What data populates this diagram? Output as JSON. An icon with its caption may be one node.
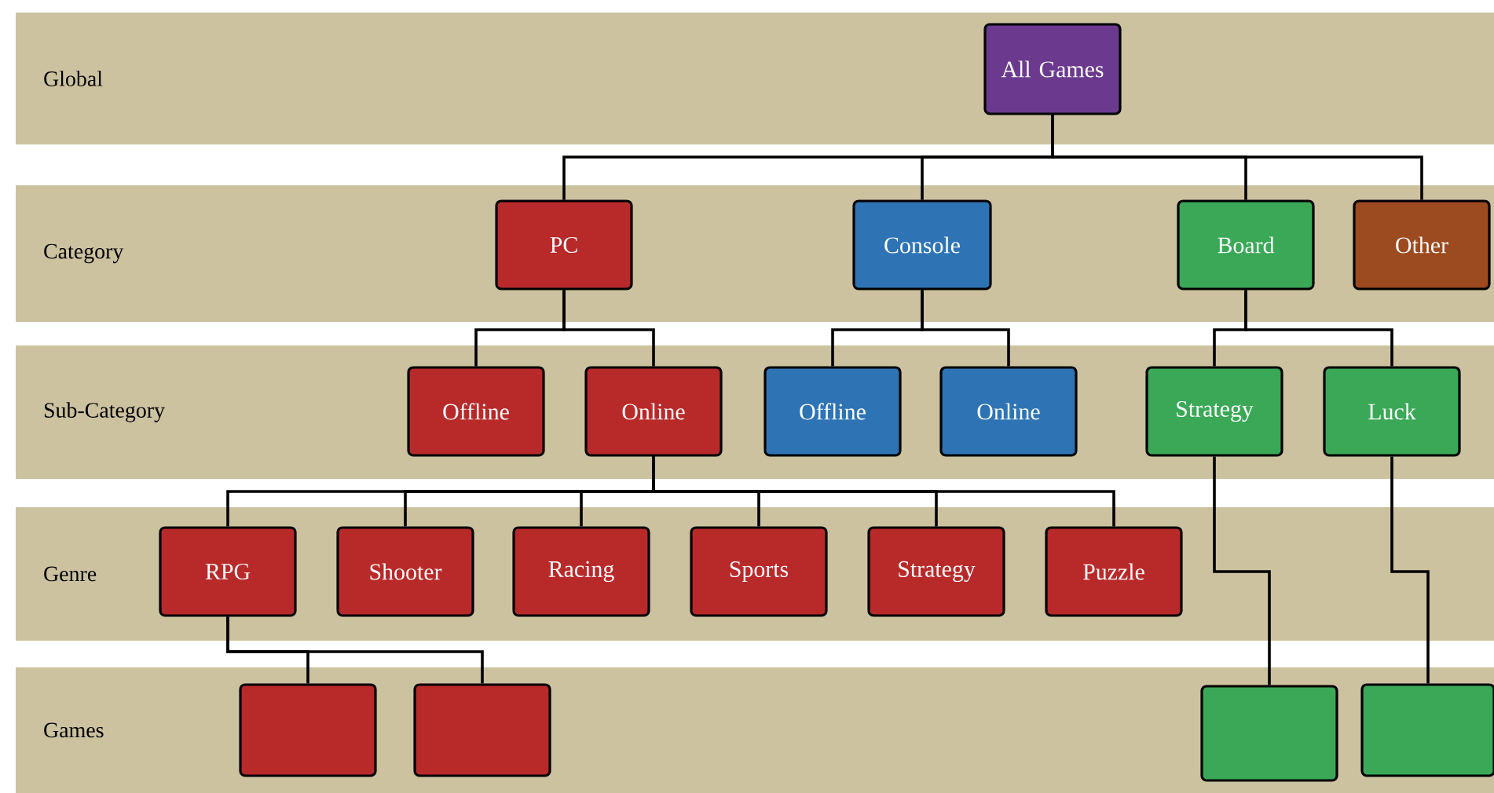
{
  "diagram": {
    "nodes": [
      {
        "text": [
          "All Games"
        ]
      },
      {
        "text": [
          "PC"
        ]
      },
      {
        "text": [
          "Console"
        ]
      },
      {
        "text": [
          "Board"
        ]
      },
      {
        "text": [
          "Other"
        ]
      },
      {
        "text": [
          "Offline"
        ]
      },
      {
        "text": [
          "Online"
        ]
      },
      {
        "text": [
          "Offline"
        ]
      },
      {
        "text": [
          "Online"
        ]
      },
      {
        "text": [
          "Strategy"
        ]
      },
      {
        "text": [
          "Luck"
        ]
      },
      {
        "text": [
          "RPG"
        ]
      },
      {
        "text": [
          "Shooter"
        ]
      },
      {
        "text": [
          "Racing"
        ]
      },
      {
        "text": [
          "Sports"
        ]
      },
      {
        "text": [
          "Strategy"
        ]
      },
      {
        "text": [
          "Puzzle"
        ]
      },
      {
        "text": [],
        "shape": "box"
      },
      {
        "text": [],
        "shape": "box"
      },
      {
        "text": [],
        "shape": "box"
      },
      {
        "text": [],
        "shape": "box"
      }
    ],
    "edges": [
      {
        "from": 0,
        "to": 1,
        "arrow": "none"
      },
      {
        "from": 0,
        "to": 2,
        "arrow": "none"
      },
      {
        "from": 0,
        "to": 3,
        "arrow": "none"
      },
      {
        "from": 0,
        "to": 4,
        "arrow": "none"
      },
      {
        "from": 1,
        "to": 5,
        "arrow": "none"
      },
      {
        "from": 1,
        "to": 6,
        "arrow": "none"
      },
      {
        "from": 2,
        "to": 7,
        "arrow": "none"
      },
      {
        "from": 2,
        "to": 8,
        "arrow": "none"
      },
      {
        "from": 3,
        "to": 9,
        "arrow": "none"
      },
      {
        "from": 3,
        "to": 10,
        "arrow": "none"
      },
      {
        "from": 6,
        "to": 11,
        "arrow": "none"
      },
      {
        "from": 6,
        "to": 12,
        "arrow": "none"
      },
      {
        "from": 6,
        "to": 13,
        "arrow": "none"
      },
      {
        "from": 6,
        "to": 14,
        "arrow": "none"
      },
      {
        "from": 6,
        "to": 15,
        "arrow": "none"
      },
      {
        "from": 6,
        "to": 16,
        "arrow": "none"
      },
      {
        "from": 11,
        "to": 17,
        "arrow": "none"
      },
      {
        "from": 11,
        "to": 18,
        "arrow": "none"
      },
      {
        "from": 9,
        "to": 19,
        "arrow": "none"
      },
      {
        "from": 10,
        "to": 20,
        "arrow": "none"
      }
    ],
    "labels": [
      "Global",
      "Category",
      "Sub-Category",
      "Genre",
      "Games"
    ]
  }
}
